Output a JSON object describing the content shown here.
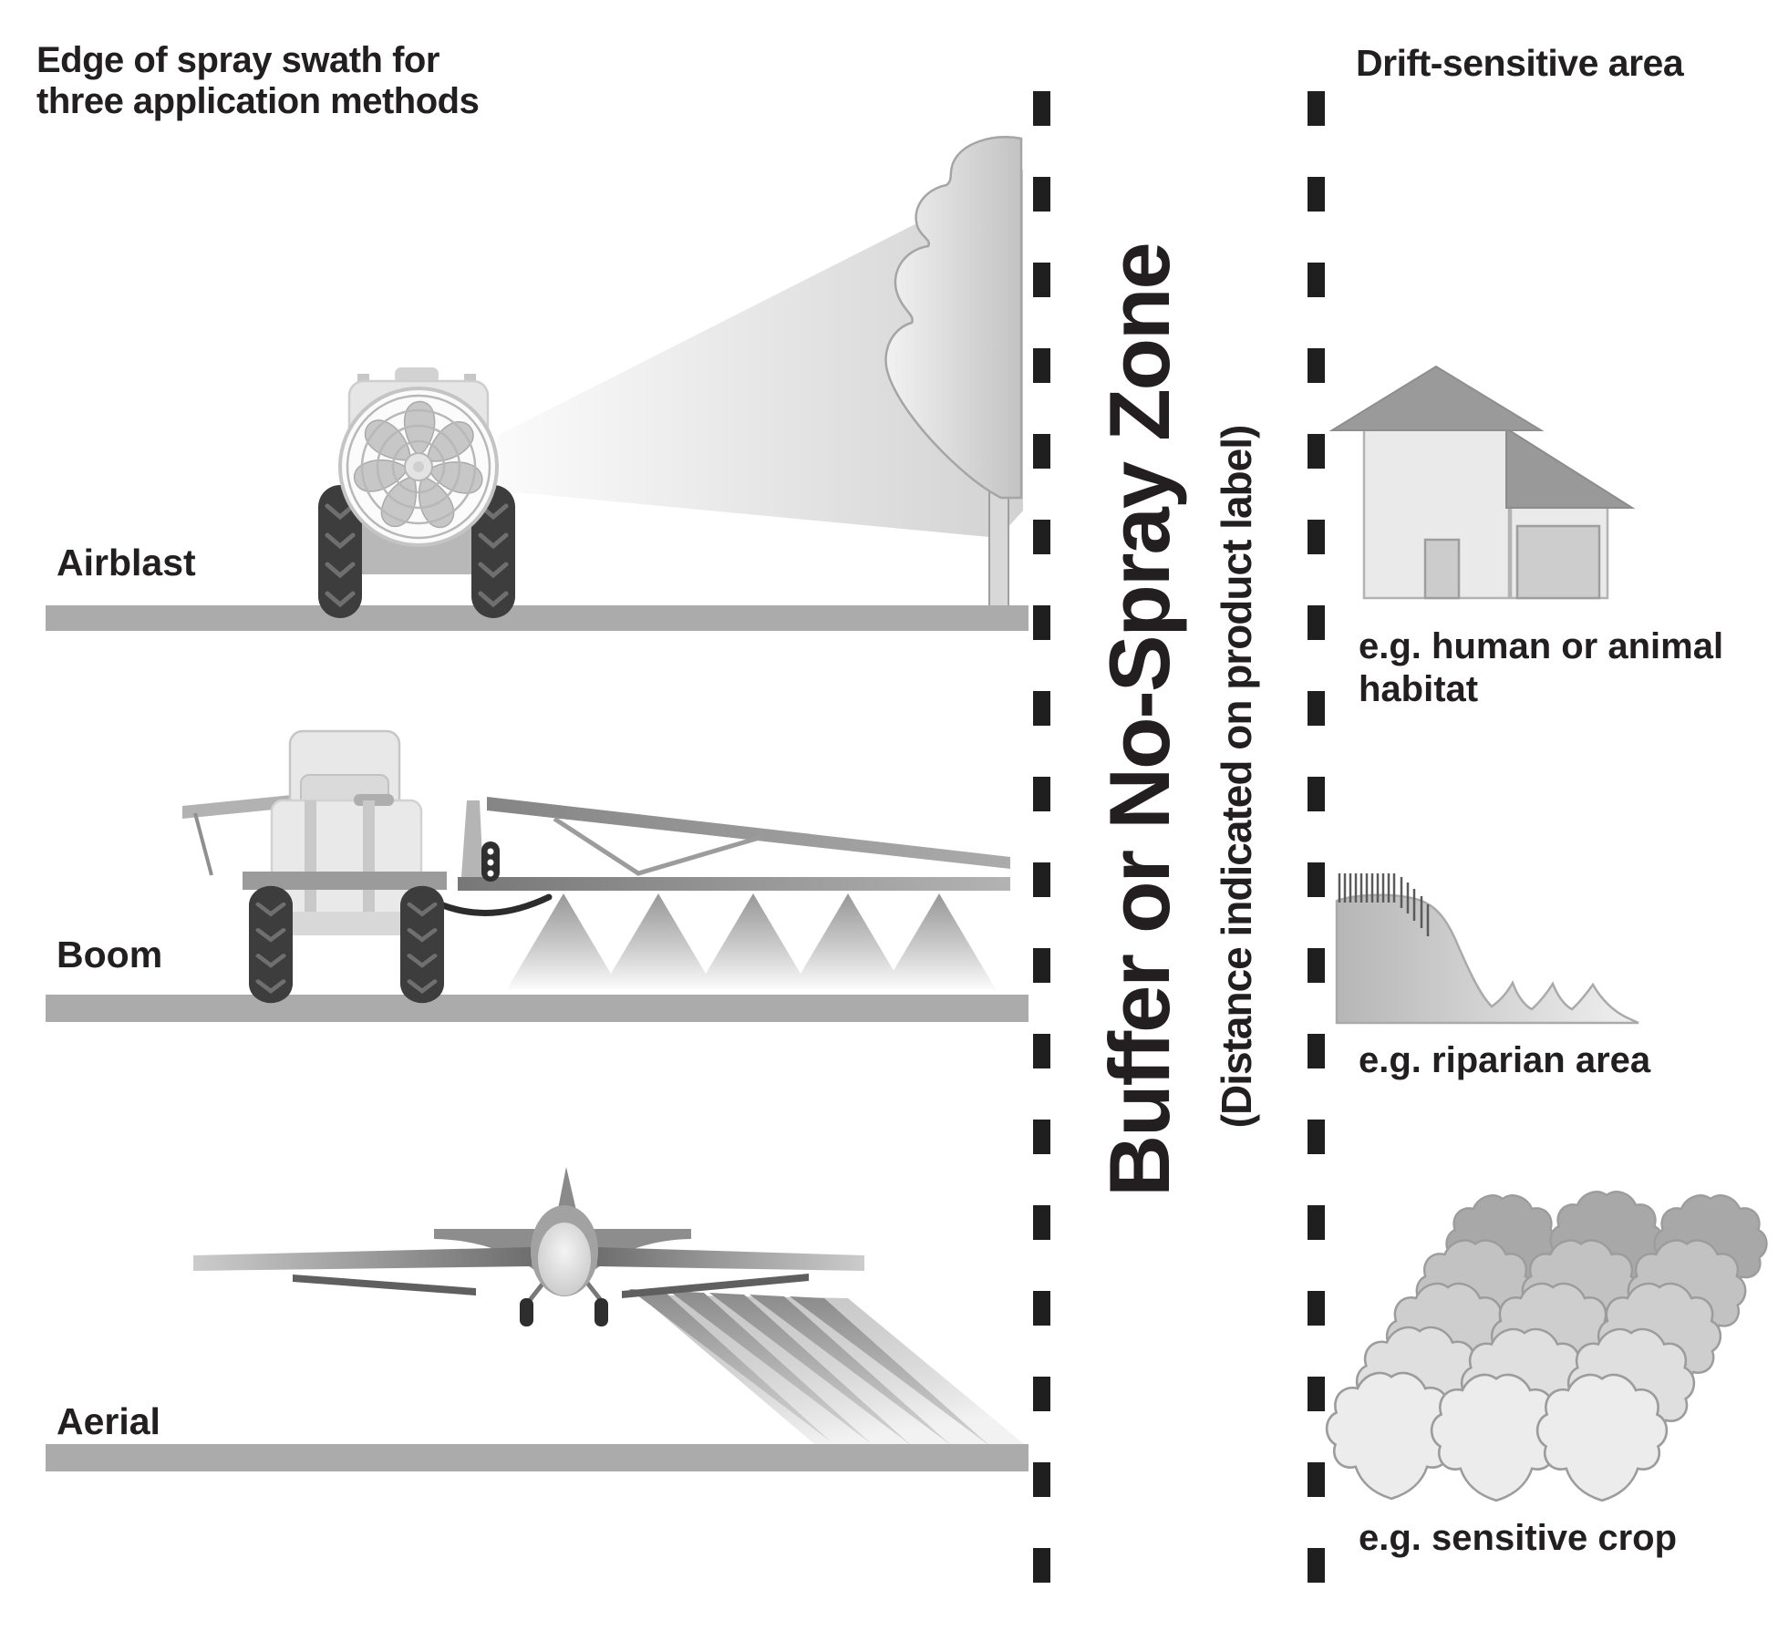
{
  "diagram": {
    "left": {
      "title": "Edge of spray swath for\nthree application methods",
      "methods": [
        {
          "label": "Airblast",
          "icon": "airblast-sprayer-icon"
        },
        {
          "label": "Boom",
          "icon": "boom-sprayer-icon"
        },
        {
          "label": "Aerial",
          "icon": "spray-airplane-icon"
        }
      ]
    },
    "center": {
      "title": "Buffer or No-Spray Zone",
      "subtitle": "(Distance indicated on product label)"
    },
    "right": {
      "title": "Drift-sensitive area",
      "areas": [
        {
          "caption": "e.g. human or animal habitat",
          "icon": "house-icon"
        },
        {
          "caption": "e.g. riparian area",
          "icon": "riparian-bank-icon"
        },
        {
          "caption": "e.g. sensitive crop",
          "icon": "crop-rows-icon"
        }
      ]
    },
    "colors": {
      "text": "#231f20",
      "ground": "#ababab",
      "dash": "#1f1f1f"
    }
  }
}
